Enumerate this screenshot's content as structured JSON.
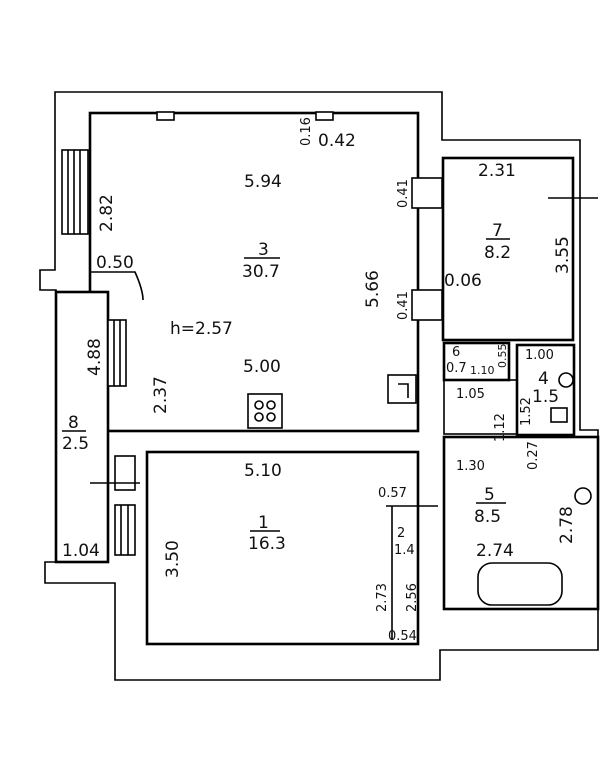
{
  "rooms": [
    {
      "number": "3",
      "area": "30.7"
    },
    {
      "number": "1",
      "area": "16.3"
    },
    {
      "number": "7",
      "area": "8.2"
    },
    {
      "number": "8",
      "area": "2.5"
    },
    {
      "number": "5",
      "area": "8.5"
    },
    {
      "number": "4",
      "area": "1.5"
    },
    {
      "number": "6",
      "area": "0.7"
    },
    {
      "number": "2",
      "area": "1.4"
    }
  ],
  "ceiling_height": "h=2.57",
  "dimensions": {
    "r3_top": "5.94",
    "r3_bottom": "5.00",
    "r3_right": "5.66",
    "r3_left": "2.82",
    "r3_left_lower": "2.37",
    "r3_corner": "0.50",
    "r3_vent_w": "0.42",
    "r3_vent_h": "0.16",
    "r3_door_upper": "0.41",
    "r3_door_lower": "0.41",
    "r1_top": "5.10",
    "r1_left": "3.50",
    "r7_top": "2.31",
    "r7_right": "3.55",
    "r7_inner": "0.06",
    "r8_height": "4.88",
    "r8_bottom": "1.04",
    "r5_width": "2.74",
    "r5_height": "2.78",
    "r5_top": "1.30",
    "r5_small": "0.27",
    "r4_top": "1.00",
    "r4_left": "1.52",
    "r6_small_a": "0.55",
    "r6_small_b": "1.10",
    "corr_a": "1.05",
    "corr_b": "1.12",
    "r2_width": "0.57",
    "r2_h1": "2.73",
    "r2_h2": "2.56",
    "r2_bottom": "0.54"
  }
}
